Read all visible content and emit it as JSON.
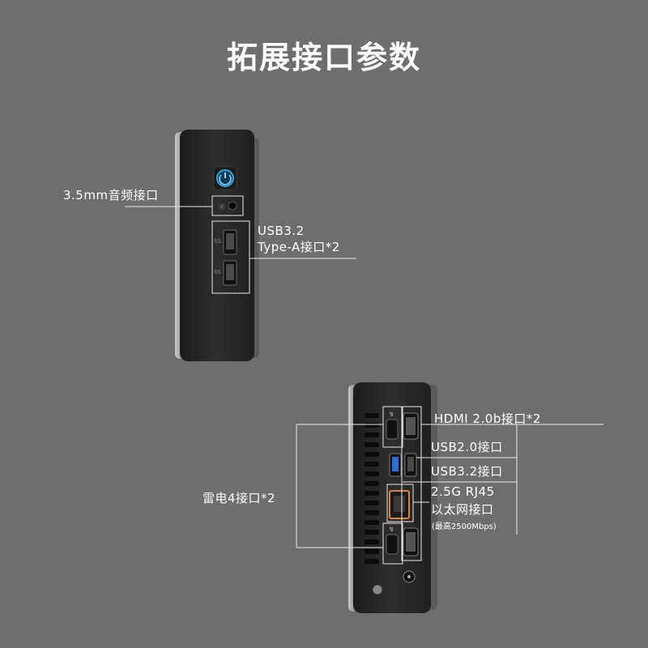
{
  "title": "拓展接口参数",
  "front_labels": {
    "audio": "3.5mm音频接口",
    "usb32_line1": "USB3.2",
    "usb32_line2": "Type-A接口*2"
  },
  "rear_labels": {
    "hdmi": "HDMI 2.0b接口*2",
    "usb20": "USB2.0接口",
    "usb32": "USB3.2接口",
    "rj45_line1": "2.5G RJ45",
    "rj45_line2": "以太网接口",
    "rj45_note": "(最高2500Mbps)",
    "thunderbolt": "雷电4接口*2"
  },
  "colors": {
    "background": "#6e6e6e",
    "device_body": "#2b2b2b",
    "power_button_glow": "#2ea7e6",
    "usb3_blue": "#2a6fd6",
    "rj45_orange": "#d8843a"
  }
}
